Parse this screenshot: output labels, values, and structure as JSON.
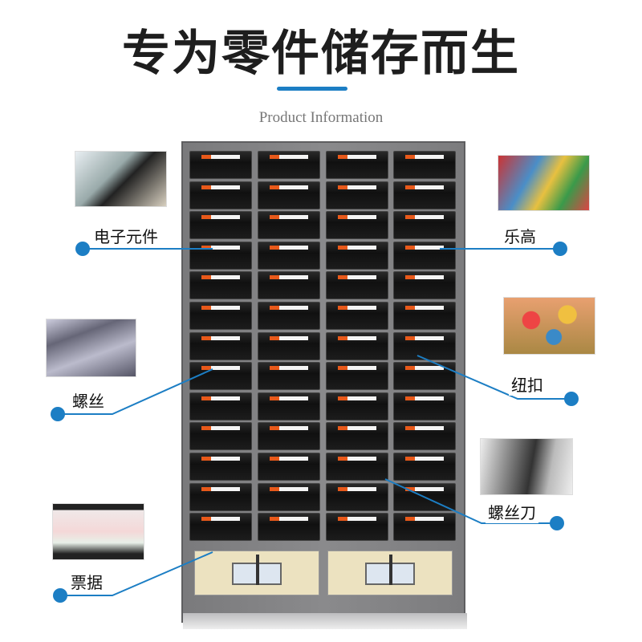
{
  "title": "专为零件储存而生",
  "subtitle": "Product Information",
  "accent": "#1c7ec4",
  "cabinet": {
    "columns": 4,
    "rows": 13,
    "lower_cabinets": 2
  },
  "callouts": [
    {
      "id": "electronics",
      "label": "电子元件"
    },
    {
      "id": "lego",
      "label": "乐高"
    },
    {
      "id": "screws",
      "label": "螺丝"
    },
    {
      "id": "buttons",
      "label": "纽扣"
    },
    {
      "id": "screwdriver",
      "label": "螺丝刀"
    },
    {
      "id": "tickets",
      "label": "票据"
    }
  ]
}
